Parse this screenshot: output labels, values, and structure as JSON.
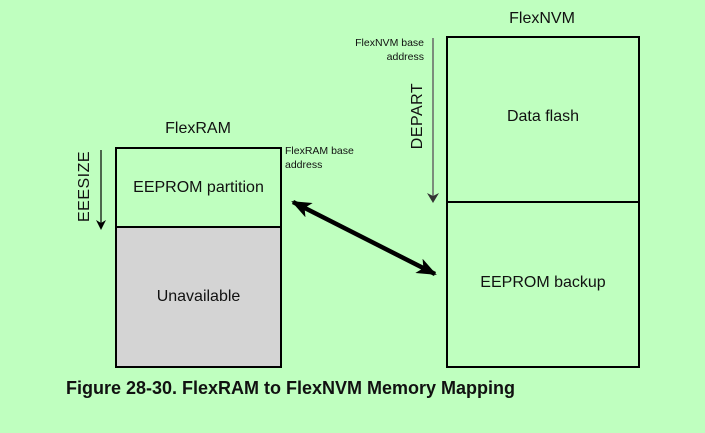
{
  "diagram": {
    "flexram": {
      "title": "FlexRAM",
      "base_address_label_line1": "FlexRAM base",
      "base_address_label_line2": "address",
      "size_label": "EEESIZE",
      "partitions": [
        {
          "label": "EEPROM partition",
          "color": "#bfffbf"
        },
        {
          "label": "Unavailable",
          "color": "#d4d4d4"
        }
      ]
    },
    "flexnvm": {
      "title": "FlexNVM",
      "base_address_label_line1": "FlexNVM base",
      "base_address_label_line2": "address",
      "size_label": "DEPART",
      "partitions": [
        {
          "label": "Data flash",
          "color": "#bfffbf"
        },
        {
          "label": "EEPROM backup",
          "color": "#bfffbf"
        }
      ]
    },
    "mapping_arrow": {
      "from": "EEPROM partition",
      "to": "EEPROM backup",
      "direction": "bidirectional"
    },
    "caption": "Figure 28-30. FlexRAM to FlexNVM Memory Mapping"
  },
  "colors": {
    "background": "#bfffbf",
    "line": "#000000",
    "dimension_arrow": "#555555",
    "unavailable_fill": "#d4d4d4"
  }
}
